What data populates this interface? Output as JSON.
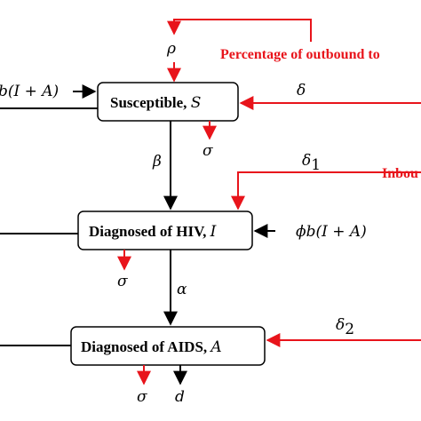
{
  "colors": {
    "accent": "#e8141b",
    "stroke": "#000000",
    "background": "#ffffff"
  },
  "compartments": {
    "susceptible": {
      "label": "Susceptible, ",
      "symbol": "S"
    },
    "hiv": {
      "label": "Diagnosed of HIV, ",
      "symbol": "I"
    },
    "aids": {
      "label": "Diagnosed of AIDS, ",
      "symbol": "A"
    }
  },
  "inputs": {
    "susceptible_recruit": "b(I + A)",
    "hiv_recruit": "ϕb(I + A)"
  },
  "rates": {
    "rho": "ρ",
    "delta": "δ",
    "delta1": "δ",
    "delta1_sub": "1",
    "delta2": "δ",
    "delta2_sub": "2",
    "beta": "β",
    "alpha": "α",
    "sigma": "σ",
    "d": "d"
  },
  "annotations": {
    "outbound": "Percentage of outbound to",
    "inbound": "Inbou"
  }
}
